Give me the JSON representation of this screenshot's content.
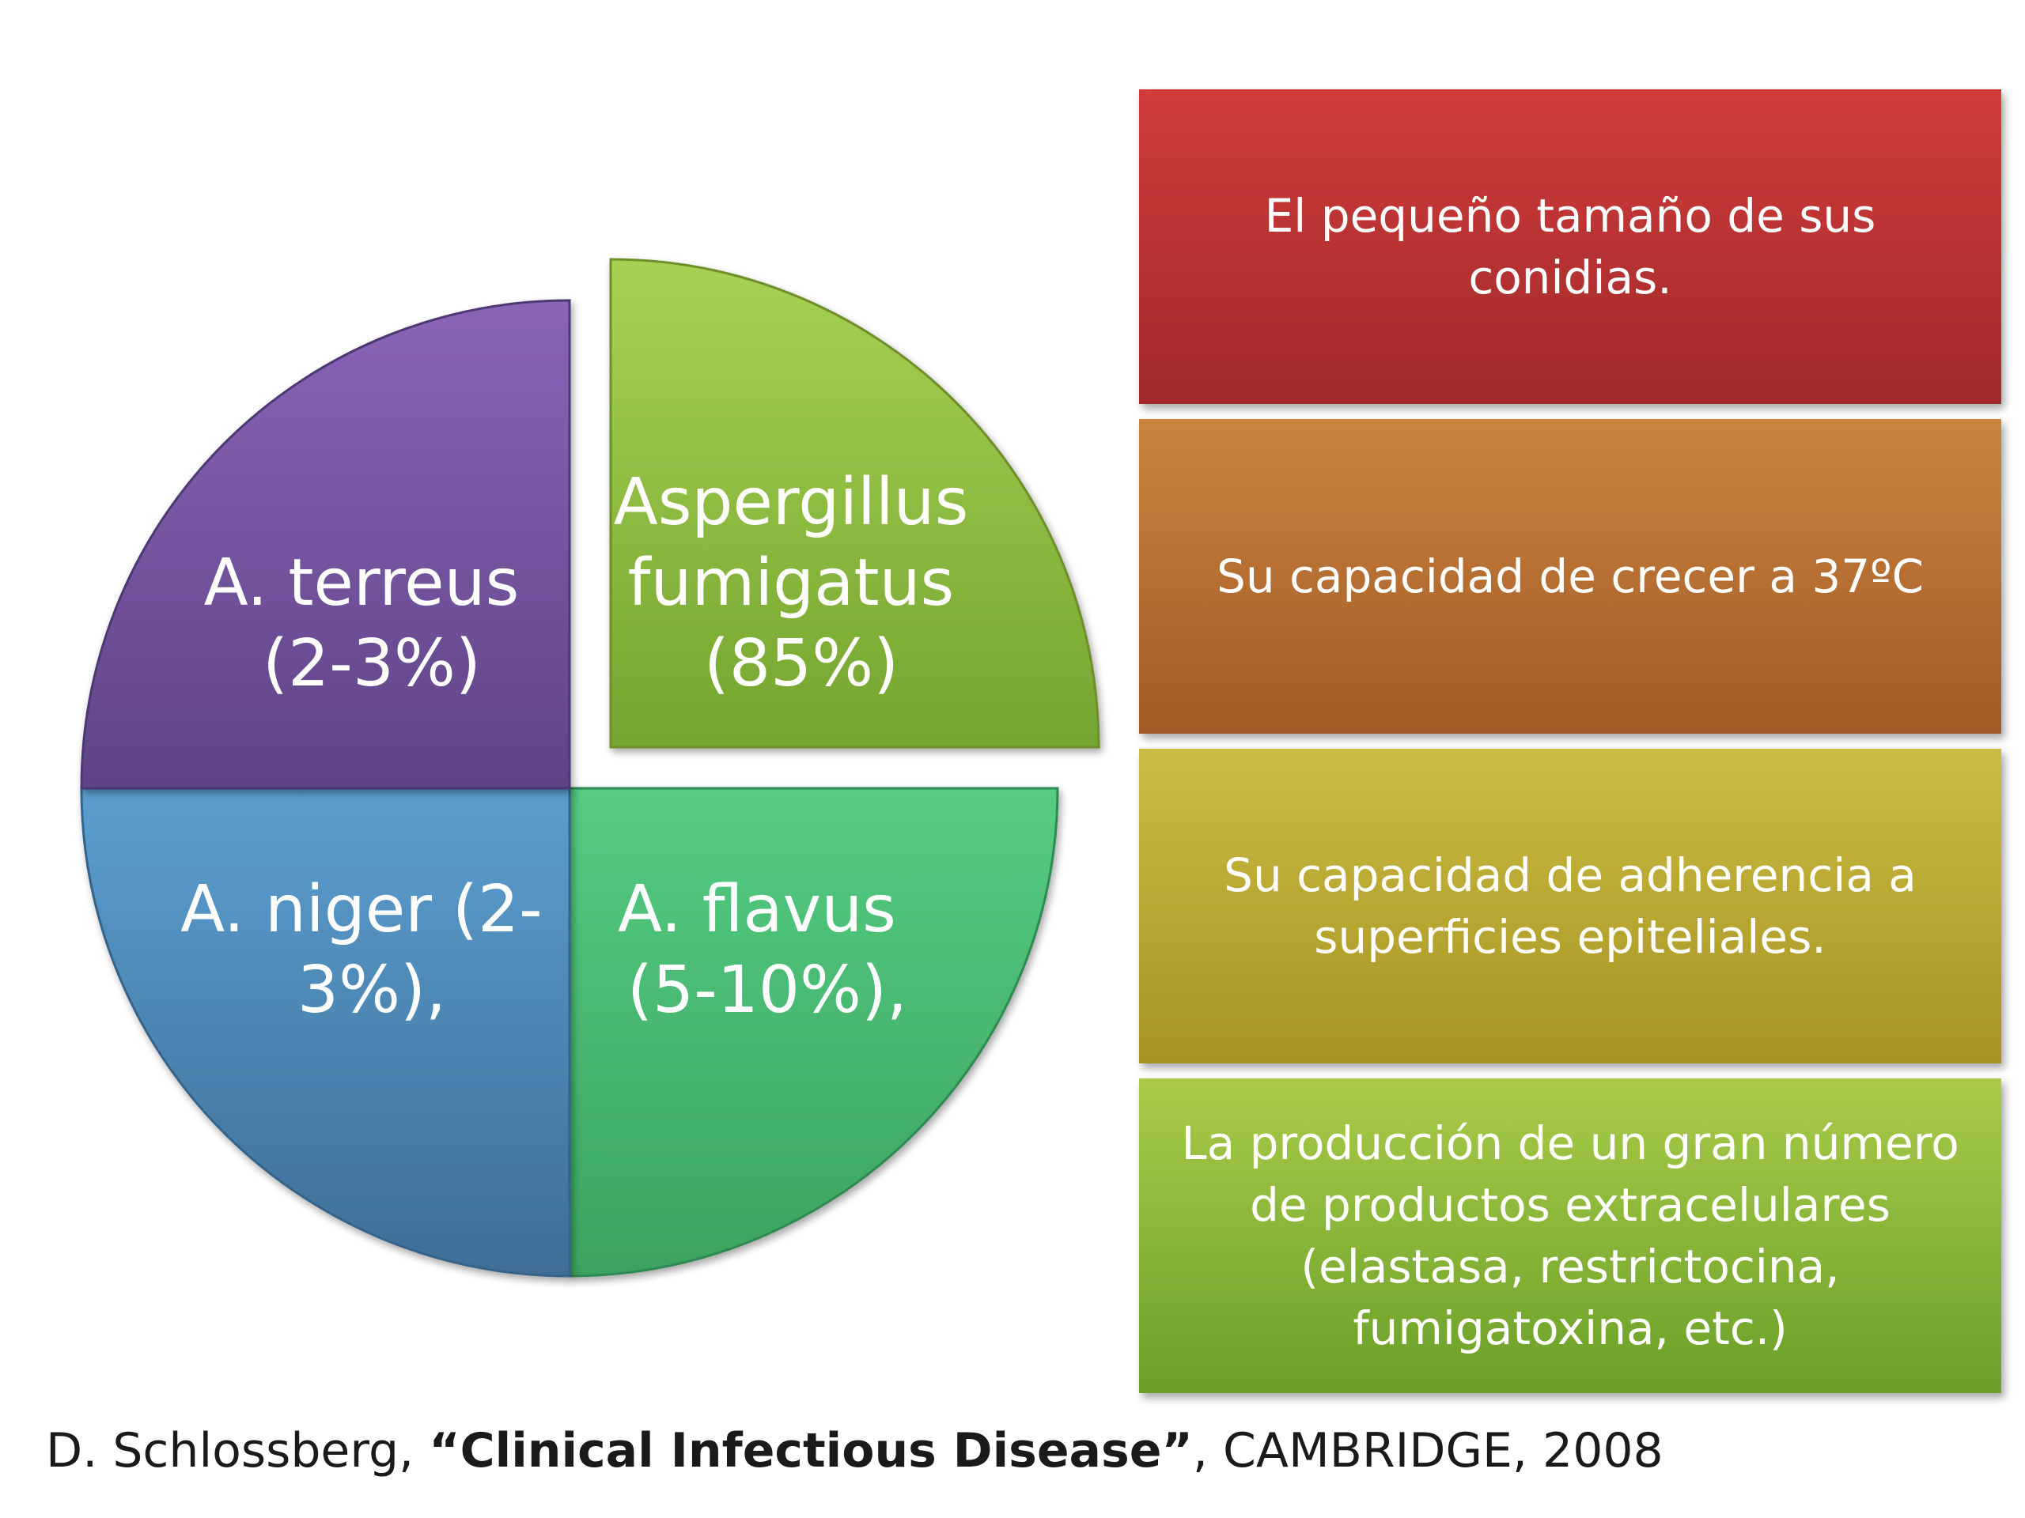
{
  "slices": [
    {
      "label_lines": [
        "Aspergillus",
        "fumigatus",
        "(85%)"
      ],
      "color_top": "#a8d153",
      "color_bottom": "#74a52f"
    },
    {
      "label_lines": [
        "A. flavus",
        "(5-10%),"
      ],
      "color_top": "#55cc82",
      "color_bottom": "#3ba35f"
    },
    {
      "label_lines": [
        "A. niger (2-",
        "3%),"
      ],
      "color_top": "#5a9fd0",
      "color_bottom": "#3f6d96"
    },
    {
      "label_lines": [
        "A. terreus",
        "(2-3%)"
      ],
      "color_top": "#8a65b8",
      "color_bottom": "#5e4486"
    }
  ],
  "boxes": [
    {
      "text": "El pequeño tamaño de sus conidias."
    },
    {
      "text": "Su capacidad de crecer a 37ºC"
    },
    {
      "text": "Su capacidad de adherencia a superficies epiteliales."
    },
    {
      "text": "La producción de un gran número de productos extracelulares (elastasa, restrictocina, fumigatoxina, etc.)"
    }
  ],
  "citation": {
    "author": "D. Schlossberg, ",
    "title": "“Clinical Infectious Disease”",
    "rest": ", CAMBRIDGE, 2008"
  }
}
